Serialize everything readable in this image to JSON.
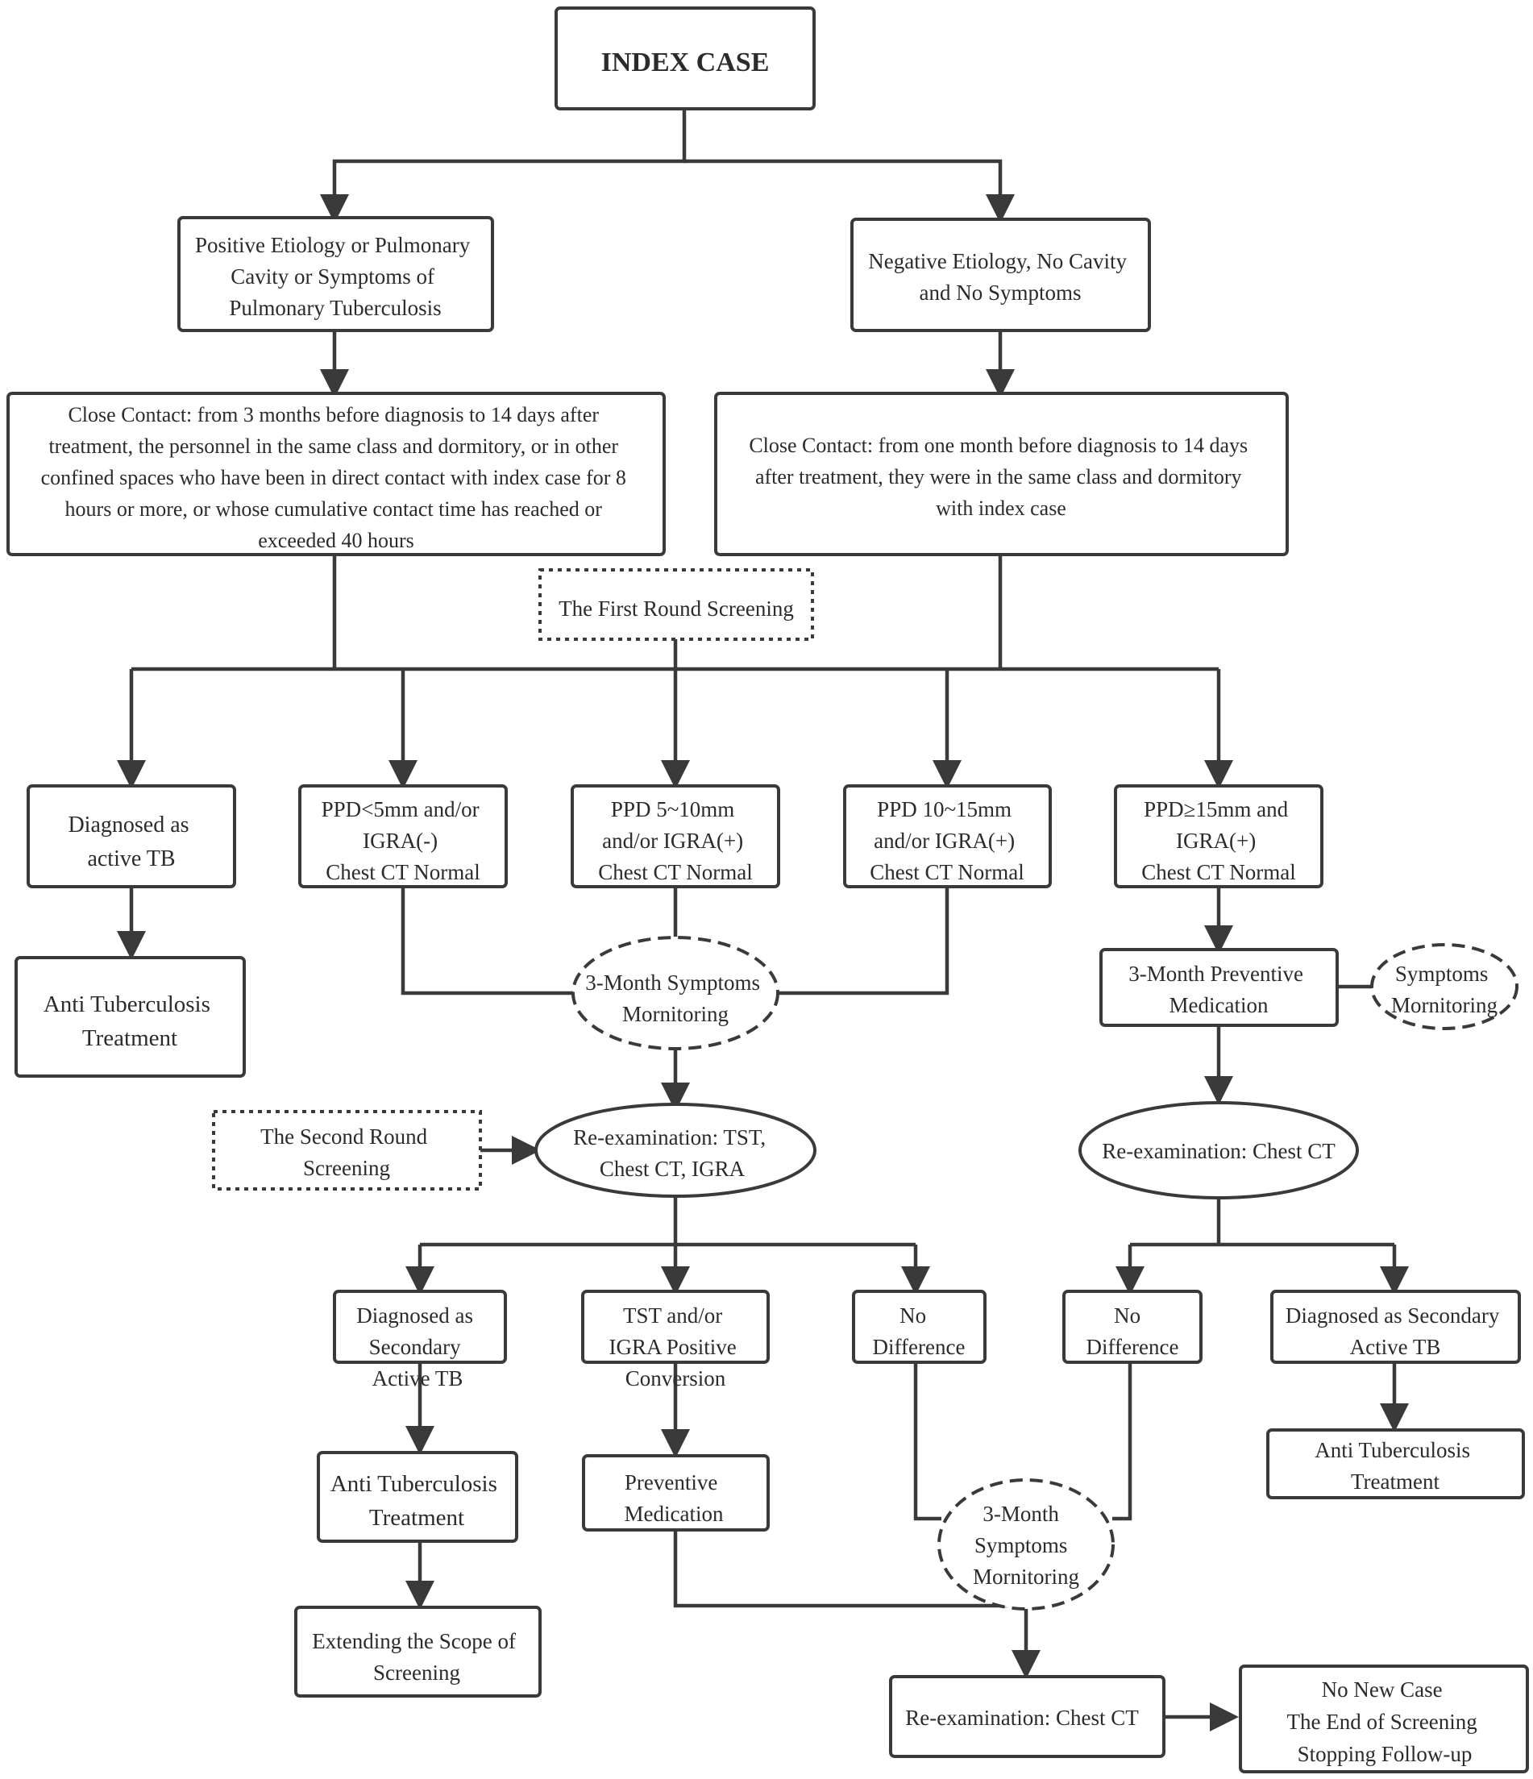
{
  "nodes": {
    "index_case": "INDEX CASE",
    "positive_etiology": [
      "Positive Etiology or Pulmonary",
      "Cavity or Symptoms of",
      "Pulmonary Tuberculosis"
    ],
    "negative_etiology": [
      "Negative Etiology, No Cavity",
      "and No Symptoms"
    ],
    "close_contact_positive": [
      "Close Contact: from 3 months before diagnosis to 14 days after",
      "treatment, the personnel in the same class and dormitory, or in other",
      "confined spaces who have been in direct contact with index case for 8",
      "hours or more, or whose cumulative contact time has reached or",
      "exceeded 40 hours"
    ],
    "close_contact_negative": [
      "Close Contact: from one month before diagnosis to 14 days",
      "after treatment, they were in the same class and dormitory",
      "with index case"
    ],
    "first_round_screening": "The First Round Screening",
    "diagnosed_active_tb": [
      "Diagnosed as",
      "active TB"
    ],
    "ppd_lt5": [
      "PPD<5mm and/or",
      "IGRA(-)",
      "Chest CT Normal"
    ],
    "ppd_5_10": [
      "PPD 5~10mm",
      "and/or IGRA(+)",
      "Chest CT Normal"
    ],
    "ppd_10_15": [
      "PPD 10~15mm",
      "and/or IGRA(+)",
      "Chest CT Normal"
    ],
    "ppd_ge15": [
      "PPD≥15mm and",
      "IGRA(+)",
      "Chest CT Normal"
    ],
    "anti_tb_treatment_1": [
      "Anti Tuberculosis",
      "Treatment"
    ],
    "symptoms_monitoring_3m_1": [
      "3-Month Symptoms",
      "Mornitoring"
    ],
    "preventive_medication_3m": [
      "3-Month Preventive",
      "Medication"
    ],
    "symptoms_monitoring_side": [
      "Symptoms",
      "Mornitoring"
    ],
    "second_round_screening": [
      "The Second Round",
      "Screening"
    ],
    "reexam_tst_ct_igra": [
      "Re-examination: TST,",
      "Chest CT, IGRA"
    ],
    "reexam_chest_ct_right": "Re-examination:  Chest CT",
    "diagnosed_secondary_left": [
      "Diagnosed as",
      "Secondary",
      "Active TB"
    ],
    "tst_igra_conversion": [
      "TST and/or",
      "IGRA Positive",
      "Conversion"
    ],
    "no_difference_left": [
      "No",
      "Difference"
    ],
    "no_difference_right": [
      "No",
      "Difference"
    ],
    "diagnosed_secondary_right": [
      "Diagnosed as Secondary",
      "Active TB"
    ],
    "anti_tb_treatment_2": [
      "Anti Tuberculosis",
      "Treatment"
    ],
    "preventive_medication": [
      "Preventive",
      "Medication"
    ],
    "anti_tb_treatment_3": [
      "Anti Tuberculosis",
      "Treatment"
    ],
    "symptoms_monitoring_3m_2": [
      "3-Month",
      "Symptoms",
      "Mornitoring"
    ],
    "extending_scope": [
      "Extending the Scope of",
      "Screening"
    ],
    "reexam_chest_ct_final": "Re-examination: Chest CT",
    "end_of_screening": [
      "No New Case",
      "The End of Screening",
      "Stopping Follow-up"
    ]
  }
}
